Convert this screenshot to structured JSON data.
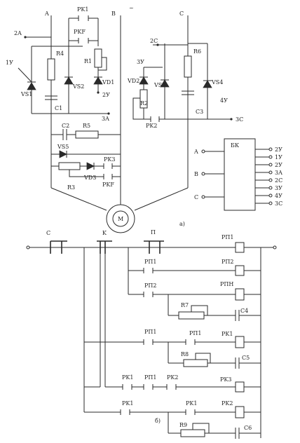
{
  "labels": {
    "phase_a": "A",
    "phase_b": "B",
    "phase_c": "C",
    "ac": "~",
    "rk1_top": "PK1",
    "rkf_top": "PKF",
    "n2a": "2A",
    "n1u": "1У",
    "r4": "R4",
    "vs1": "VS1",
    "c1": "C1",
    "n3a": "3A",
    "vs2": "VS2",
    "r1": "R1",
    "vd1": "VD1",
    "n2u_a": "2У",
    "n3u": "3У",
    "vd2": "VD2",
    "r2": "R2",
    "vs3": "VS3",
    "rk2_a": "PK2",
    "n2c": "2C",
    "r6": "R6",
    "vs4": "VS4",
    "n4u": "4У",
    "c3": "C3",
    "n3c": "3C",
    "c2": "C2",
    "r5": "R5",
    "vs5": "VS5",
    "rk3_a": "PK3",
    "vd3": "VD3",
    "r3": "R3",
    "rkf_b": "PKF",
    "bk": "БК",
    "bk_in_a": "A",
    "bk_in_b": "B",
    "bk_in_c": "C",
    "motor": "M",
    "part_a": "а)",
    "c_sw": "C",
    "k_sw": "K",
    "p_sw": "П",
    "rp1_coil": "PП1",
    "rp1_c1": "PП1",
    "rp2_coil": "PП2",
    "rp2_c": "PП2",
    "rpn_coil": "PПН",
    "r7": "R7",
    "c4": "C4",
    "rp1_c2": "PП1",
    "rp1_c3": "PП1",
    "rk1_coil": "PK1",
    "r8": "R8",
    "c5": "C5",
    "rk1_c1": "PK1",
    "rp1_c4": "PП1",
    "rk2_c": "PK2",
    "rk3_coil": "PK3",
    "rk1_c2": "PK1",
    "rk1_c3": "PK1",
    "rk2_coil": "PK2",
    "r9": "R9",
    "c6": "C6",
    "part_b": "б)"
  },
  "bk_outputs": [
    "2У",
    "1У",
    "2У",
    "3A",
    "2C",
    "3У",
    "4У",
    "3C"
  ]
}
